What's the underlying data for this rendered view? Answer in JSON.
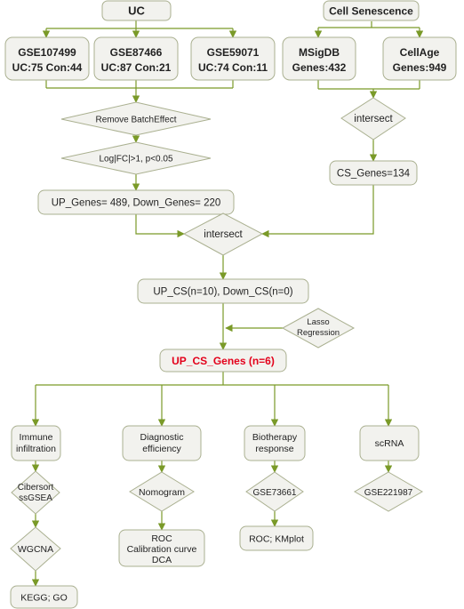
{
  "source_uc": "UC",
  "source_cs": "Cell Senescence",
  "datasets": [
    {
      "id": "GSE107499",
      "counts": "UC:75 Con:44"
    },
    {
      "id": "GSE87466",
      "counts": "UC:87 Con:21"
    },
    {
      "id": "GSE59071",
      "counts": "UC:74 Con:11"
    }
  ],
  "gene_sets": [
    {
      "name": "MSigDB",
      "count": "Genes:432"
    },
    {
      "name": "CellAge",
      "count": "Genes:949"
    }
  ],
  "remove_batch": "Remove BatchEffect",
  "filter": "Log|FC|>1, p<0.05",
  "deg_result": "UP_Genes= 489, Down_Genes= 220",
  "intersect_cs": "intersect",
  "cs_genes": "CS_Genes=134",
  "intersect_main": "intersect",
  "cs_split": "UP_CS(n=10), Down_CS(n=0)",
  "lasso": [
    "Lasso",
    "Regression"
  ],
  "final_genes": "UP_CS_Genes (n=6)",
  "branches": [
    {
      "title": [
        "Immune",
        "infiltration"
      ],
      "method": [
        "Cibersort",
        "ssGSEA"
      ]
    },
    {
      "title": [
        "Diagnostic",
        "efficiency"
      ],
      "method": [
        "Nomogram"
      ]
    },
    {
      "title": [
        "Biotherapy",
        "response"
      ],
      "method": [
        "GSE73661"
      ]
    },
    {
      "title": [
        "scRNA"
      ],
      "method": [
        "GSE221987"
      ]
    }
  ],
  "wgcna": "WGCNA",
  "kegg_go": "KEGG; GO",
  "diag_outputs": [
    "ROC",
    "Calibration curve",
    "DCA"
  ],
  "bio_output": "ROC; KMplot",
  "colors": {
    "edge": "#7a9a28",
    "node_fill": "#f2f2ee",
    "node_stroke": "#aab090",
    "highlight": "#e3001b"
  }
}
